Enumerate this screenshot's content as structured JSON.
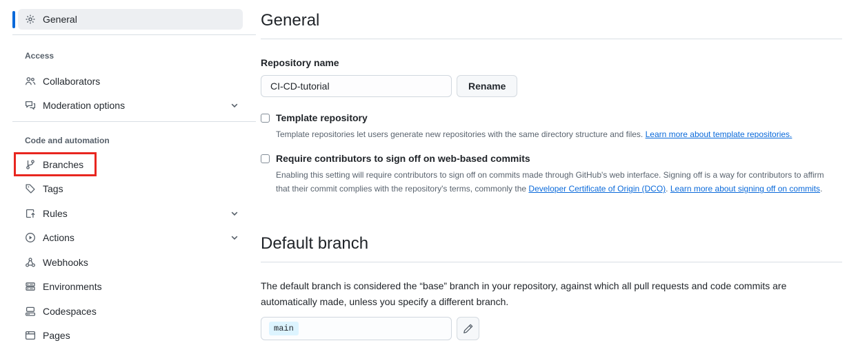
{
  "colors": {
    "accent_blue": "#0969da",
    "link": "#0969da",
    "highlight_red": "#e8261f",
    "branch_badge_bg": "#ddf4ff"
  },
  "sidebar": {
    "selected_item": {
      "label": "General",
      "icon": "gear-icon"
    },
    "sections": [
      {
        "title": "Access",
        "items": [
          {
            "label": "Collaborators",
            "icon": "people-icon",
            "chevron": false
          },
          {
            "label": "Moderation options",
            "icon": "comment-discussion-icon",
            "chevron": true
          }
        ]
      },
      {
        "title": "Code and automation",
        "items": [
          {
            "label": "Branches",
            "icon": "git-branch-icon",
            "chevron": false,
            "highlighted": true
          },
          {
            "label": "Tags",
            "icon": "tag-icon",
            "chevron": false
          },
          {
            "label": "Rules",
            "icon": "rules-icon",
            "chevron": true
          },
          {
            "label": "Actions",
            "icon": "play-circle-icon",
            "chevron": true
          },
          {
            "label": "Webhooks",
            "icon": "webhook-icon",
            "chevron": false
          },
          {
            "label": "Environments",
            "icon": "server-icon",
            "chevron": false
          },
          {
            "label": "Codespaces",
            "icon": "codespaces-icon",
            "chevron": false
          },
          {
            "label": "Pages",
            "icon": "browser-icon",
            "chevron": false
          }
        ]
      }
    ]
  },
  "main": {
    "title": "General",
    "repository_name": {
      "label": "Repository name",
      "value": "CI-CD-tutorial",
      "rename_button": "Rename"
    },
    "template_repository": {
      "label": "Template repository",
      "checked": false,
      "description": "Template repositories let users generate new repositories with the same directory structure and files. ",
      "link": "Learn more about template repositories."
    },
    "sign_off_commits": {
      "label": "Require contributors to sign off on web-based commits",
      "checked": false,
      "description_before": "Enabling this setting will require contributors to sign off on commits made through GitHub's web interface. Signing off is a way for contributors to affirm that their commit complies with the repository's terms, commonly the ",
      "link_dco": "Developer Certificate of Origin (DCO)",
      "description_middle": ". ",
      "link_learn": "Learn more about signing off on commits",
      "description_after": "."
    },
    "default_branch": {
      "title": "Default branch",
      "description": "The default branch is considered the “base” branch in your repository, against which all pull requests and code commits are automatically made, unless you specify a different branch.",
      "value": "main"
    }
  }
}
